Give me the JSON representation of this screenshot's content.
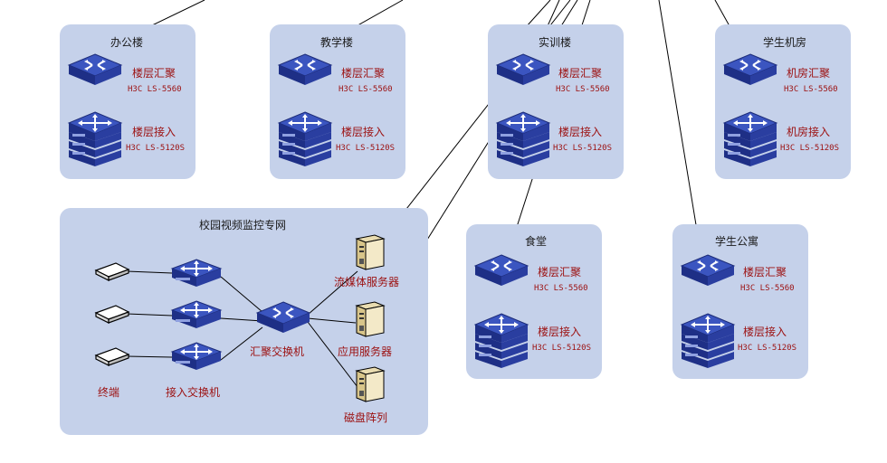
{
  "colors": {
    "panel": "#c5d1ea",
    "device": "#2e43a6",
    "device_dark": "#1c2b78",
    "label_red": "#9c1010",
    "line": "#000000"
  },
  "buildings": [
    {
      "name": "办公楼",
      "agg_label": "楼层汇聚",
      "agg_model": "H3C LS-5560",
      "acc_label": "楼层接入",
      "acc_model": "H3C LS-5120S"
    },
    {
      "name": "教学楼",
      "agg_label": "楼层汇聚",
      "agg_model": "H3C LS-5560",
      "acc_label": "楼层接入",
      "acc_model": "H3C LS-5120S"
    },
    {
      "name": "实训楼",
      "agg_label": "楼层汇聚",
      "agg_model": "H3C LS-5560",
      "acc_label": "楼层接入",
      "acc_model": "H3C LS-5120S"
    },
    {
      "name": "学生机房",
      "agg_label": "机房汇聚",
      "agg_model": "H3C LS-5560",
      "acc_label": "机房接入",
      "acc_model": "H3C LS-5120S"
    },
    {
      "name": "食堂",
      "agg_label": "楼层汇聚",
      "agg_model": "H3C LS-5560",
      "acc_label": "楼层接入",
      "acc_model": "H3C LS-5120S"
    },
    {
      "name": "学生公寓",
      "agg_label": "楼层汇聚",
      "agg_model": "H3C LS-5560",
      "acc_label": "楼层接入",
      "acc_model": "H3C LS-5120S"
    }
  ],
  "video": {
    "title": "校园视频监控专网",
    "terminal_label": "终端",
    "access_label": "接入交换机",
    "core_label": "汇聚交换机",
    "server_labels": [
      "流媒体服务器",
      "应用服务器",
      "磁盘阵列"
    ]
  },
  "icons": {
    "aggregation_switch": "router-switch-icon",
    "access_switch": "stacked-switch-icon",
    "terminal": "ip-camera-icon",
    "server": "tower-server-icon"
  }
}
